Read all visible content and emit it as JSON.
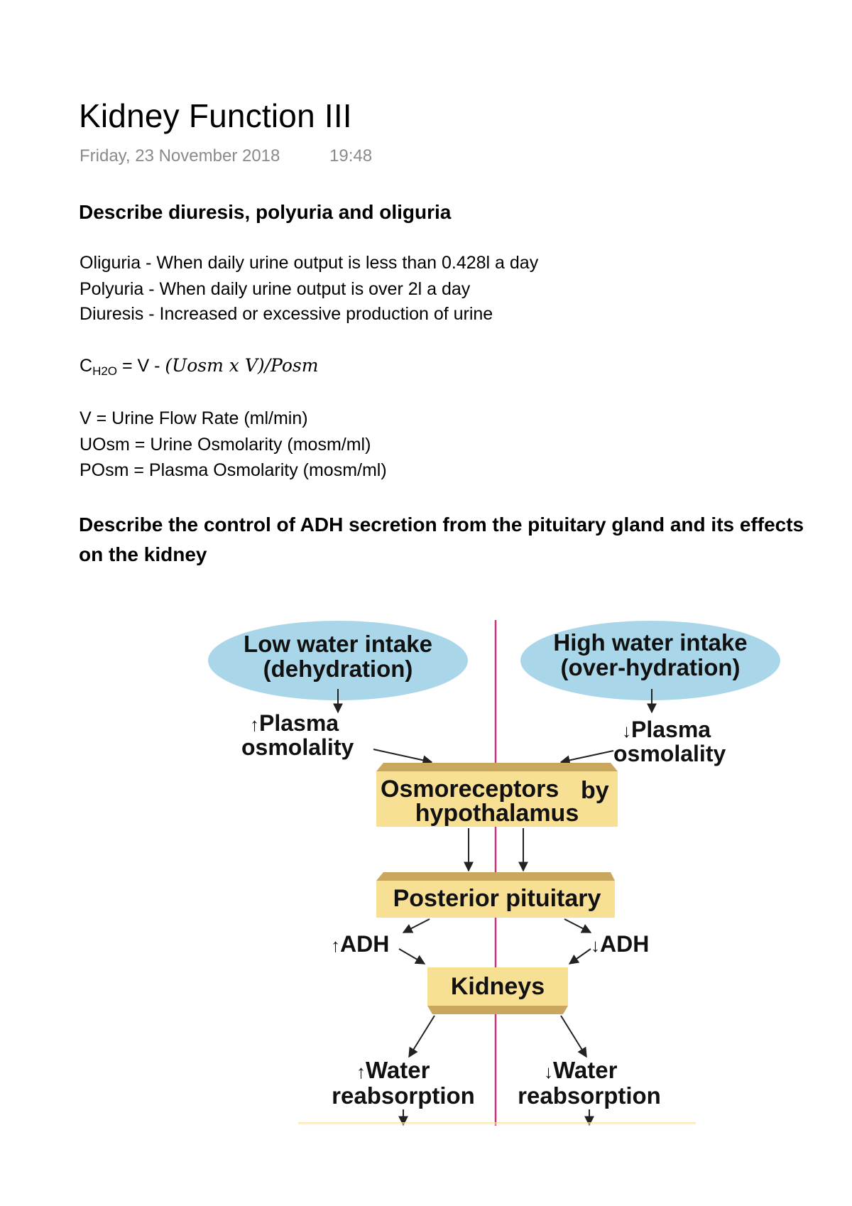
{
  "note": {
    "title": "Kidney Function III",
    "date": "Friday, 23 November 2018",
    "time": "19:48"
  },
  "section1": {
    "heading": "Describe diuresis, polyuria and oliguria",
    "oliguria": "Oliguria - When daily urine output is less than 0.428l a day",
    "polyuria": "Polyuria - When daily urine output is over 2l a day",
    "diuresis": "Diuresis - Increased or excessive production of urine",
    "formula": {
      "lhs": "C",
      "lhs_sub": "H2O",
      "eq": " = V - ",
      "rhs": "(Uosm x V)/Posm"
    },
    "v_def": "V = Urine Flow Rate (ml/min)",
    "uosm_def": "UOsm = Urine Osmolarity (mosm/ml)",
    "posm_def": "POsm = Plasma Osmolarity (mosm/ml)"
  },
  "section2": {
    "heading": "Describe the control of ADH secretion from the pituitary gland and its effects on the kidney"
  },
  "diagram": {
    "left_oval": [
      "Low water intake",
      "(dehydration)"
    ],
    "right_oval": [
      "High water intake",
      "(over-hydration)"
    ],
    "left_plasma": [
      "Plasma",
      "osmolality"
    ],
    "right_plasma": [
      "Plasma",
      "osmolality"
    ],
    "osmoreceptors": [
      "Osmoreceptors",
      "by",
      "hypothalamus"
    ],
    "posterior_pituitary": "Posterior pituitary",
    "left_adh": "ADH",
    "right_adh": "ADH",
    "kidneys": "Kidneys",
    "left_water": [
      "Water",
      "reabsorption"
    ],
    "right_water": [
      "Water",
      "reabsorption"
    ],
    "up_arrow": "↑",
    "down_arrow": "↓",
    "colors": {
      "oval": "#a9d6e8",
      "box": "#f7df94",
      "box_top": "#c9a75e",
      "divider": "#d0307a"
    }
  }
}
